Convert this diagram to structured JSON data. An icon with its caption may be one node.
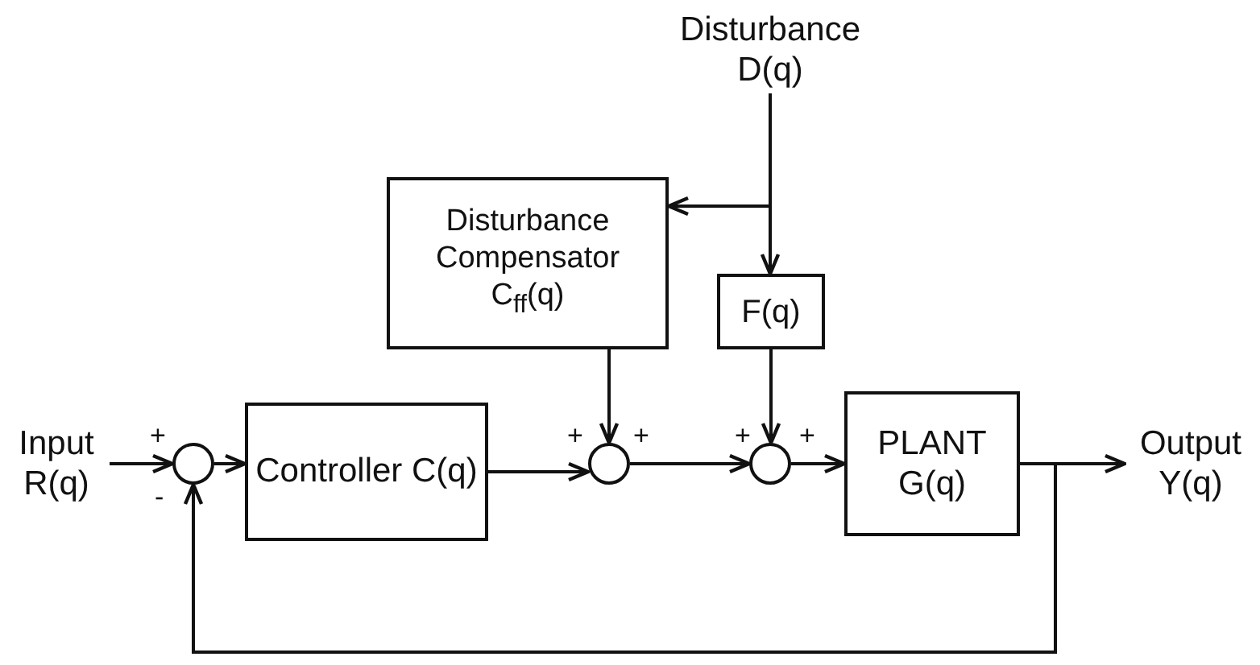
{
  "diagram": {
    "nodes": [
      {
        "text": [
          "Input R(q)"
        ]
      },
      {
        "text": [],
        "shape": "circle"
      },
      {
        "text": [
          "Controller C(q)"
        ]
      },
      {
        "text": [
          "Disturbance D(q)"
        ]
      },
      {
        "text": [
          "Disturbance Compensator",
          "C$_{ff}$(q)"
        ]
      },
      {
        "text": [],
        "shape": "circle"
      },
      {
        "text": [
          "F(q)"
        ]
      },
      {
        "text": [],
        "shape": "circle"
      },
      {
        "text": [
          "PLANT G(q)"
        ]
      },
      {
        "text": [
          "Output Y(q)"
        ]
      }
    ],
    "edges": [
      {
        "from": 0,
        "to": 1,
        "arrow": "to"
      },
      {
        "from": 1,
        "to": 2,
        "arrow": "to"
      },
      {
        "from": 2,
        "to": 5,
        "arrow": "to"
      },
      {
        "from": 3,
        "to": 4,
        "arrow": "to"
      },
      {
        "from": 3,
        "to": 6,
        "arrow": "to"
      },
      {
        "from": 4,
        "to": 5,
        "arrow": "to"
      },
      {
        "from": 6,
        "to": 7,
        "arrow": "to"
      },
      {
        "from": 5,
        "to": 7,
        "arrow": "to"
      },
      {
        "from": 7,
        "to": 8,
        "arrow": "to"
      },
      {
        "from": 8,
        "to": 9,
        "arrow": "to"
      },
      {
        "from": 8,
        "to": 1,
        "arrow": "to"
      }
    ],
    "labels": [
      "+",
      "-",
      "+",
      "+",
      "+",
      "+"
    ]
  }
}
